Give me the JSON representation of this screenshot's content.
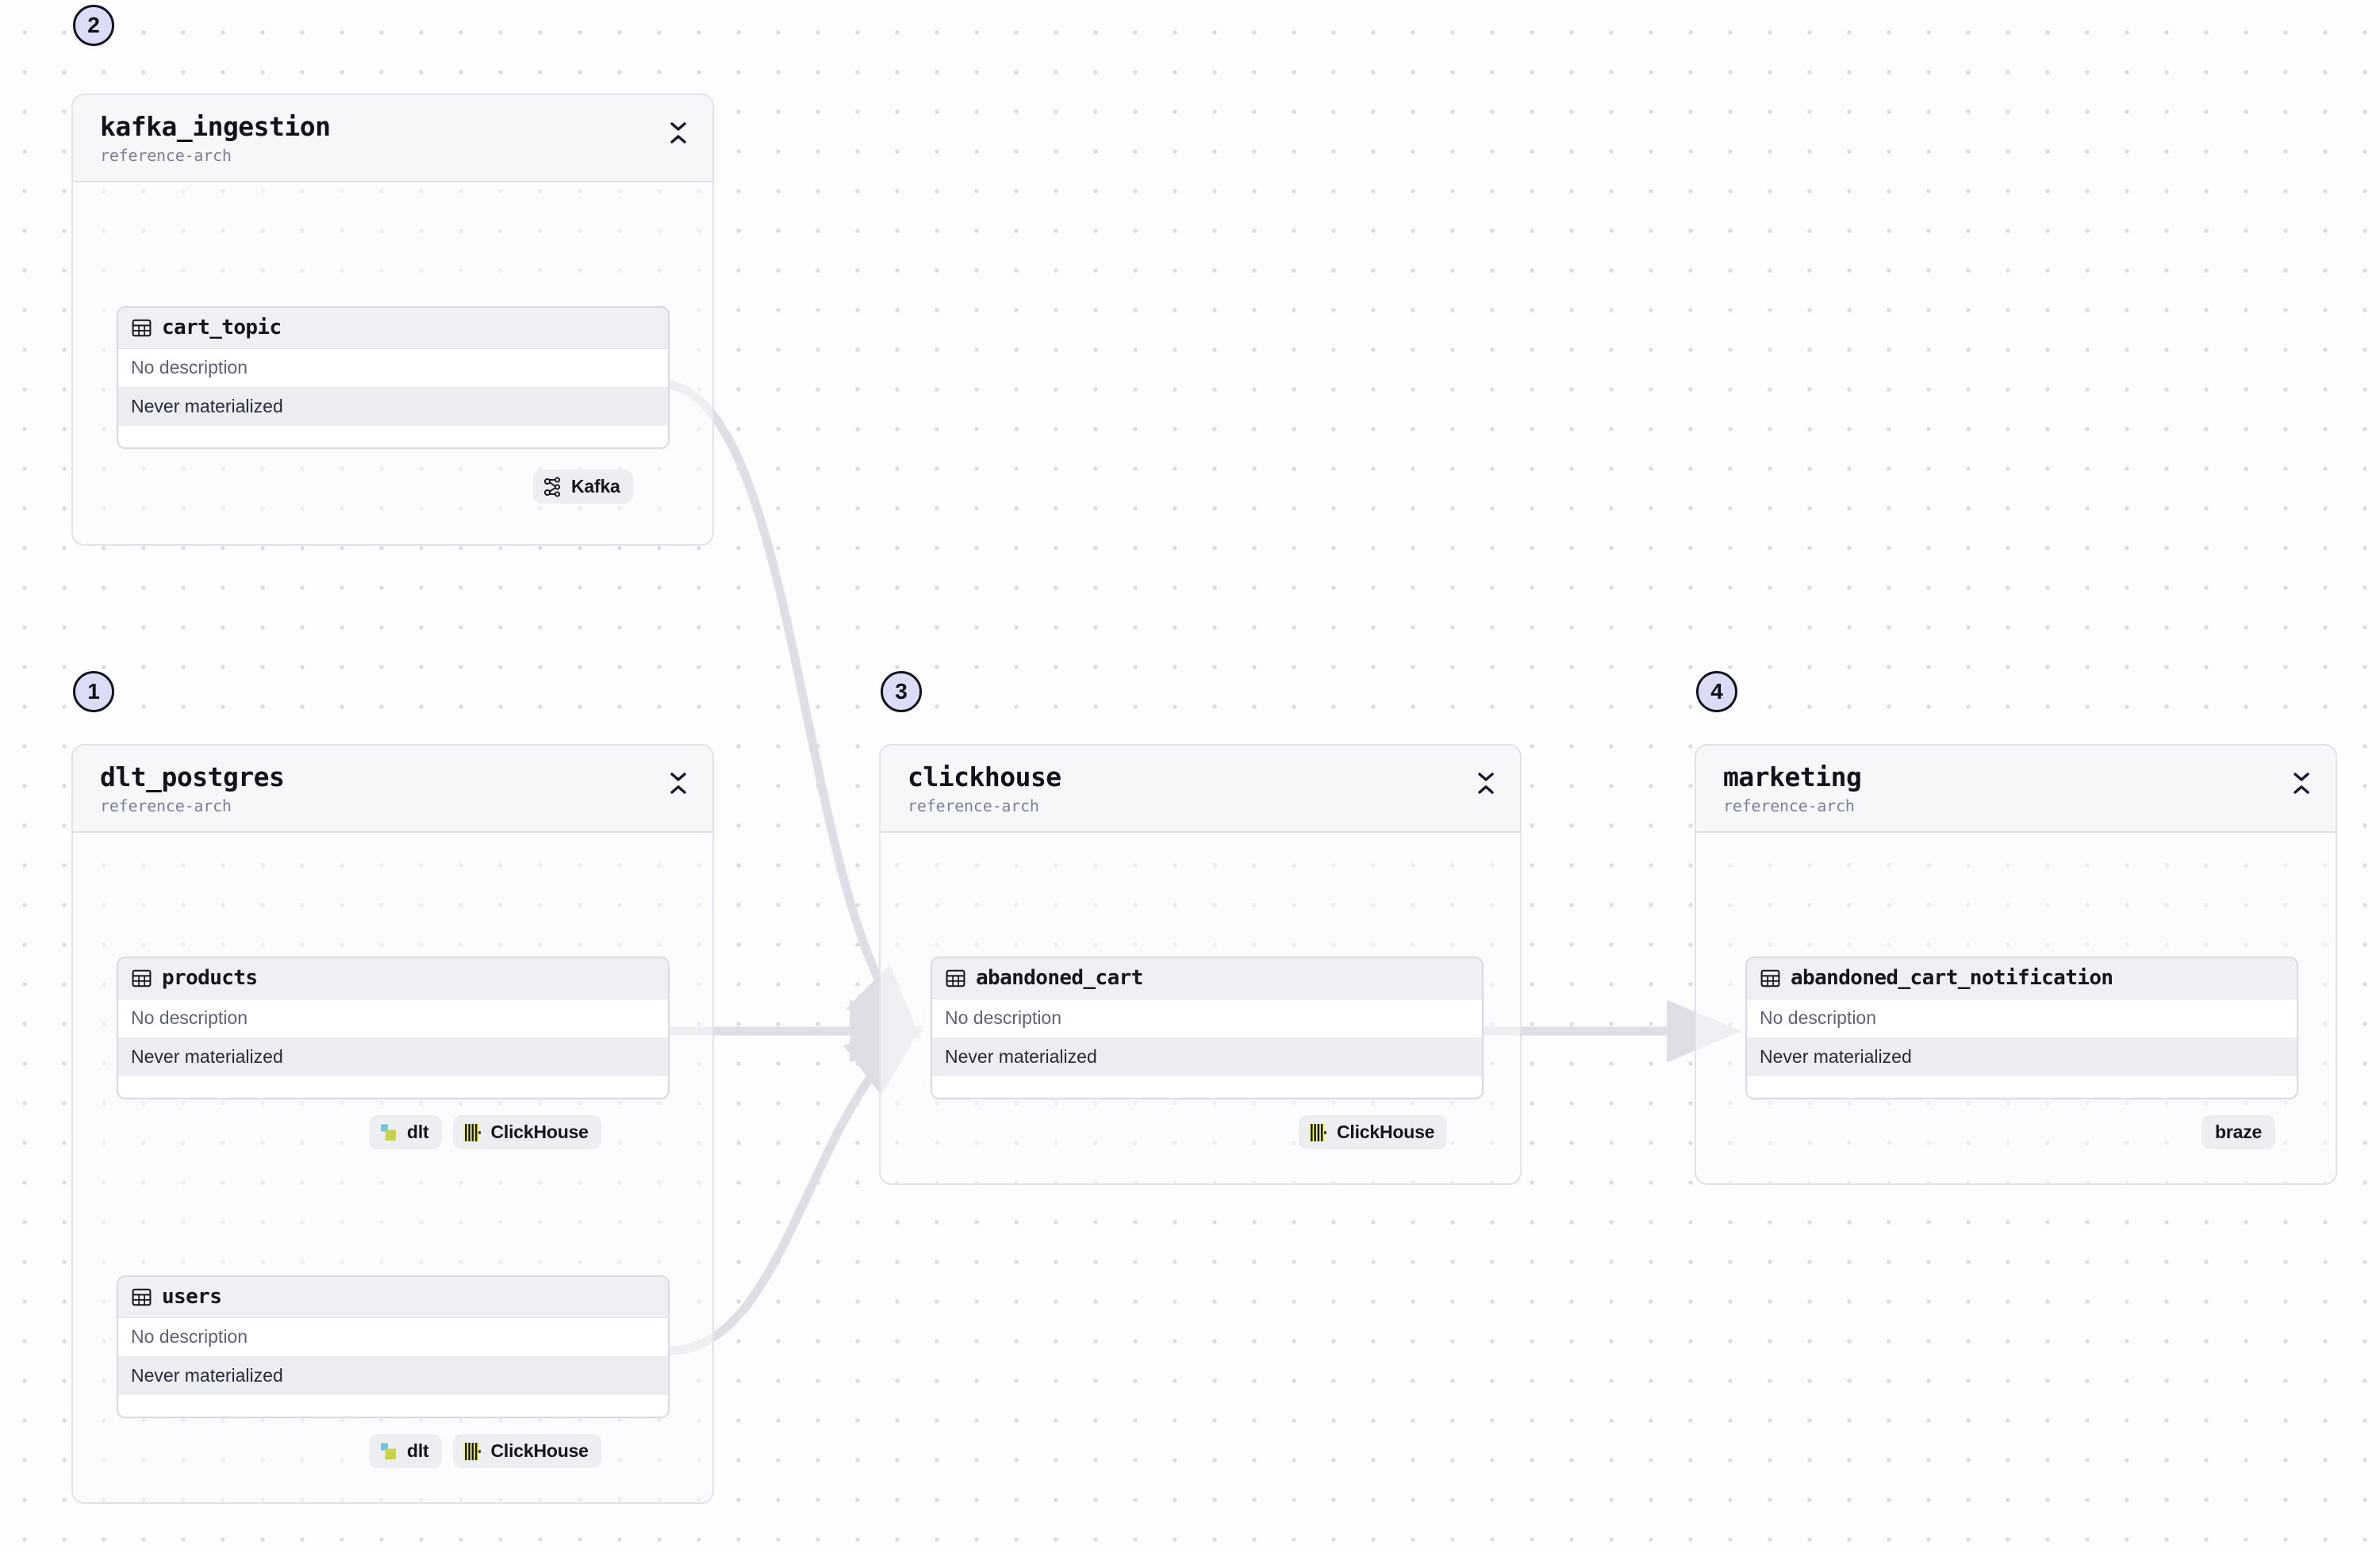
{
  "canvas": {
    "background_color": "#fcfcfd",
    "dot_color": "#dcdce4",
    "edge_color": "#dedfe6"
  },
  "badge_colors": {
    "fill": "#dcdcf6",
    "border": "#111320",
    "text": "#0d0f18"
  },
  "groups": [
    {
      "id": "kafka_ingestion",
      "badge": "2",
      "title": "kafka_ingestion",
      "subtitle": "reference-arch",
      "collapse_icon": "collapse-chevrons-icon",
      "assets": [
        {
          "name": "cart_topic",
          "icon": "table-icon",
          "description": "No description",
          "materialization": "Never materialized"
        }
      ],
      "integrations": [
        {
          "label": "Kafka",
          "logo": "kafka-logo-icon"
        }
      ]
    },
    {
      "id": "dlt_postgres",
      "badge": "1",
      "title": "dlt_postgres",
      "subtitle": "reference-arch",
      "collapse_icon": "collapse-chevrons-icon",
      "assets": [
        {
          "name": "products",
          "icon": "table-icon",
          "description": "No description",
          "materialization": "Never materialized"
        },
        {
          "name": "users",
          "icon": "table-icon",
          "description": "No description",
          "materialization": "Never materialized"
        }
      ],
      "integrations_products": [
        {
          "label": "dlt",
          "logo": "dlt-logo-icon"
        },
        {
          "label": "ClickHouse",
          "logo": "clickhouse-logo-icon"
        }
      ],
      "integrations_users": [
        {
          "label": "dlt",
          "logo": "dlt-logo-icon"
        },
        {
          "label": "ClickHouse",
          "logo": "clickhouse-logo-icon"
        }
      ]
    },
    {
      "id": "clickhouse",
      "badge": "3",
      "title": "clickhouse",
      "subtitle": "reference-arch",
      "collapse_icon": "collapse-chevrons-icon",
      "assets": [
        {
          "name": "abandoned_cart",
          "icon": "table-icon",
          "description": "No description",
          "materialization": "Never materialized"
        }
      ],
      "integrations": [
        {
          "label": "ClickHouse",
          "logo": "clickhouse-logo-icon"
        }
      ]
    },
    {
      "id": "marketing",
      "badge": "4",
      "title": "marketing",
      "subtitle": "reference-arch",
      "collapse_icon": "collapse-chevrons-icon",
      "assets": [
        {
          "name": "abandoned_cart_notification",
          "icon": "table-icon",
          "description": "No description",
          "materialization": "Never materialized"
        }
      ],
      "integrations": [
        {
          "label": "braze",
          "logo": null
        }
      ]
    }
  ],
  "edges": [
    {
      "from": "cart_topic",
      "to": "abandoned_cart"
    },
    {
      "from": "products",
      "to": "abandoned_cart"
    },
    {
      "from": "users",
      "to": "abandoned_cart"
    },
    {
      "from": "abandoned_cart",
      "to": "abandoned_cart_notification"
    }
  ],
  "logo_colors": {
    "dlt_cyan": "#6fc6dd",
    "dlt_lime": "#c8d34a",
    "clickhouse_yellow": "#faff69",
    "clickhouse_black": "#1b1b1b"
  }
}
